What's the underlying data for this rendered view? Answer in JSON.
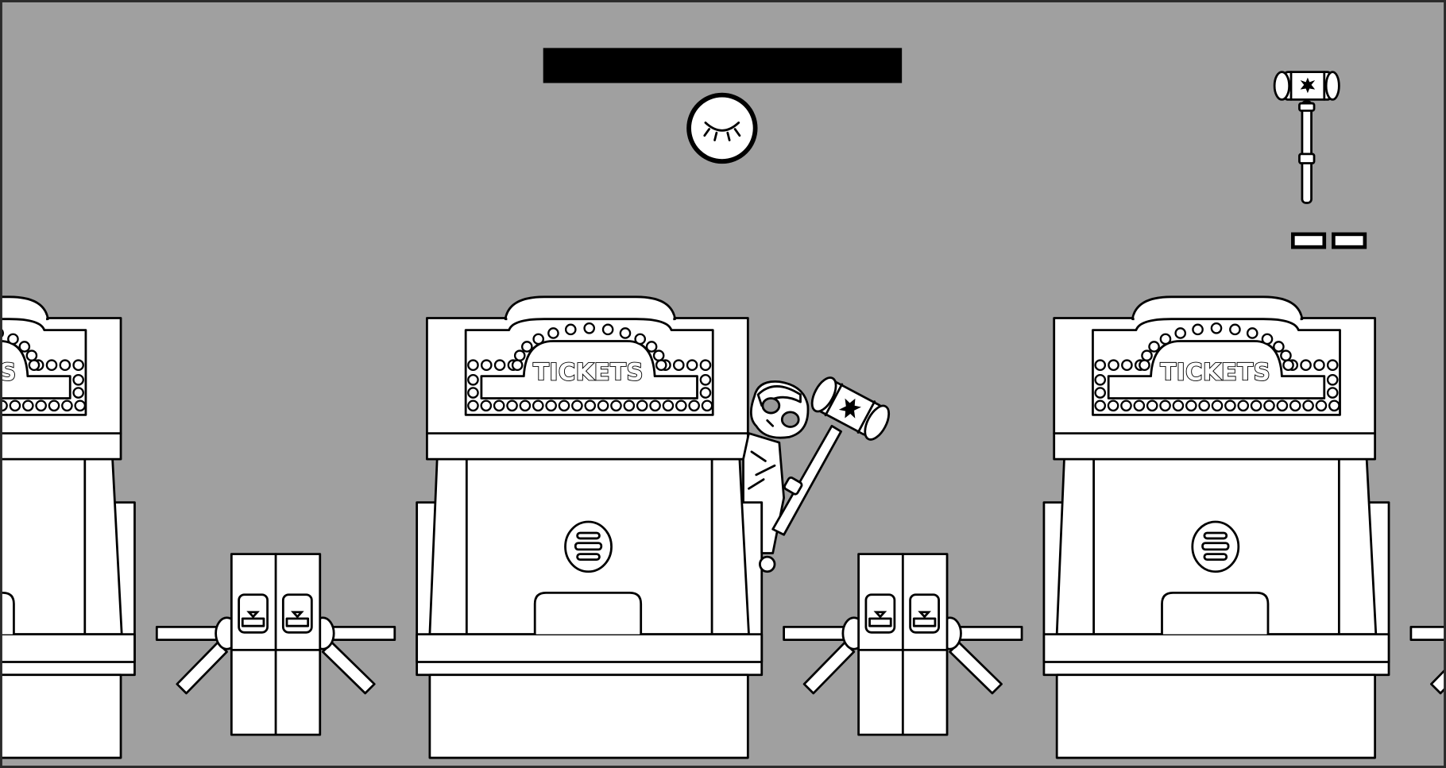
{
  "game": {
    "background_color": "#a0a0a0",
    "frame_color": "#2b2b2b",
    "hud": {
      "top_bar_color": "#000000",
      "status_icon": "closed-eye-icon",
      "weapon_icon": "hammer-icon",
      "health_pips": 2
    },
    "scene": {
      "booth_sign": "TICKETS",
      "booth_count_visible": 3,
      "turnstile_count_visible": 3,
      "player": "man-with-sunglasses-holding-hammer"
    }
  }
}
